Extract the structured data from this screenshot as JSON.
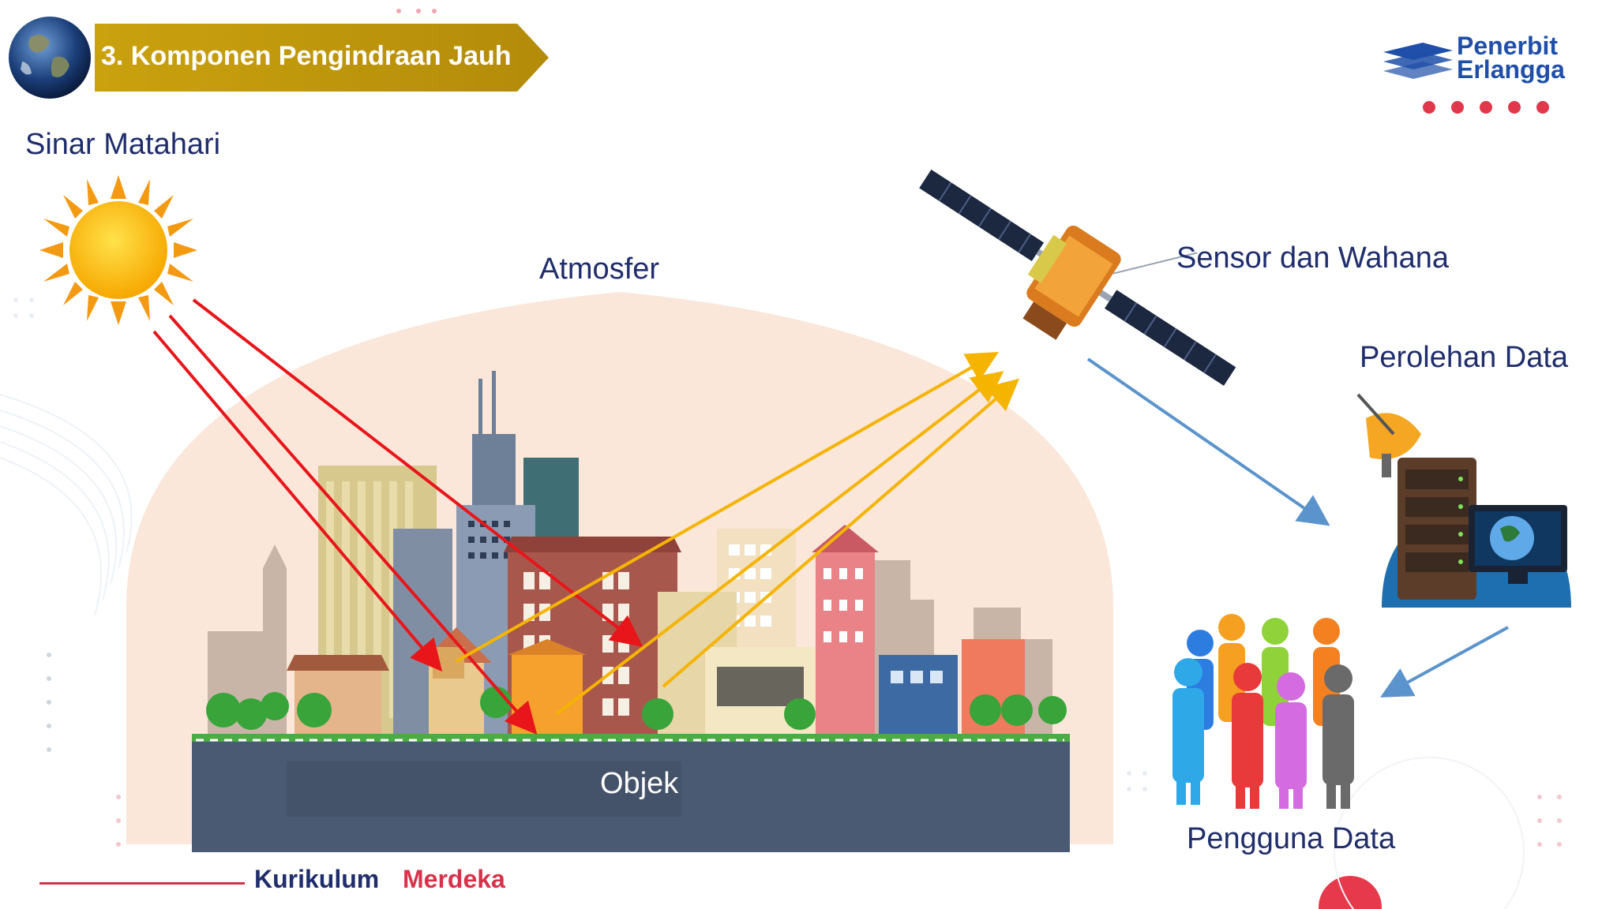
{
  "header": {
    "title": "3. Komponen Pengindraan Jauh"
  },
  "logo": {
    "line1": "Penerbit",
    "line2": "Erlangga",
    "icon": "book-stack-icon"
  },
  "labels": {
    "sun": "Sinar Matahari",
    "atmosphere": "Atmosfer",
    "sensor": "Sensor dan Wahana",
    "acquisition": "Perolehan Data",
    "object": "Objek",
    "users": "Pengguna Data"
  },
  "footer": {
    "word1": "Kurikulum",
    "word2": "Merdeka"
  },
  "colors": {
    "incoming_ray": "#e8161b",
    "reflected_ray": "#f5b400",
    "data_flow": "#5b93cc",
    "text": "#1f2d6b",
    "banner": "#c9a10f"
  },
  "icons": [
    "earth-globe-icon",
    "sun-icon",
    "satellite-icon",
    "satellite-dish-icon",
    "server-icon",
    "monitor-globe-icon",
    "people-group-icon"
  ]
}
